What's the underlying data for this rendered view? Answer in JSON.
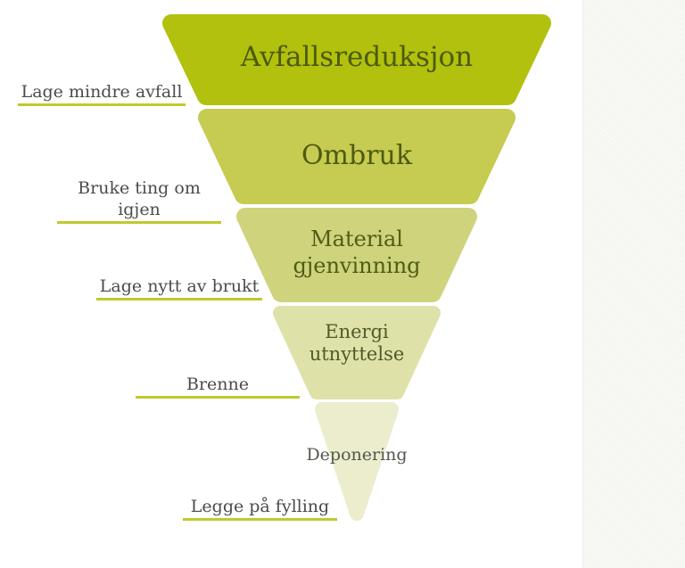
{
  "funnel": {
    "segments": [
      {
        "name": "avfallsreduksjon",
        "lines": [
          "Avfallsreduksjon"
        ],
        "color": "#b1c10d",
        "text_color": "#4d5a0e"
      },
      {
        "name": "ombruk",
        "lines": [
          "Ombruk"
        ],
        "color": "#c6cb51",
        "text_color": "#4d5a0e"
      },
      {
        "name": "material-gjenvinning",
        "lines": [
          "Material",
          "gjenvinning"
        ],
        "color": "#cfd37c",
        "text_color": "#4f5c15"
      },
      {
        "name": "energi-utnyttelse",
        "lines": [
          "Energi",
          "utnyttelse"
        ],
        "color": "#dfe2a8",
        "text_color": "#4f5a28"
      },
      {
        "name": "deponering",
        "lines": [
          "Deponering"
        ],
        "color": "#ebedcd",
        "text_color": "#565650"
      }
    ]
  },
  "side_labels": [
    {
      "text": "Lage mindre avfall"
    },
    {
      "text": "Bruke ting om igjen"
    },
    {
      "text": "Lage nytt av brukt"
    },
    {
      "text": "Brenne"
    },
    {
      "text": "Legge på fylling"
    }
  ],
  "colors": {
    "underline": "#bfc92d",
    "page_background": "#ffffff",
    "right_band": "#f8f8f5",
    "side_label_text": "#4b4b4b"
  }
}
